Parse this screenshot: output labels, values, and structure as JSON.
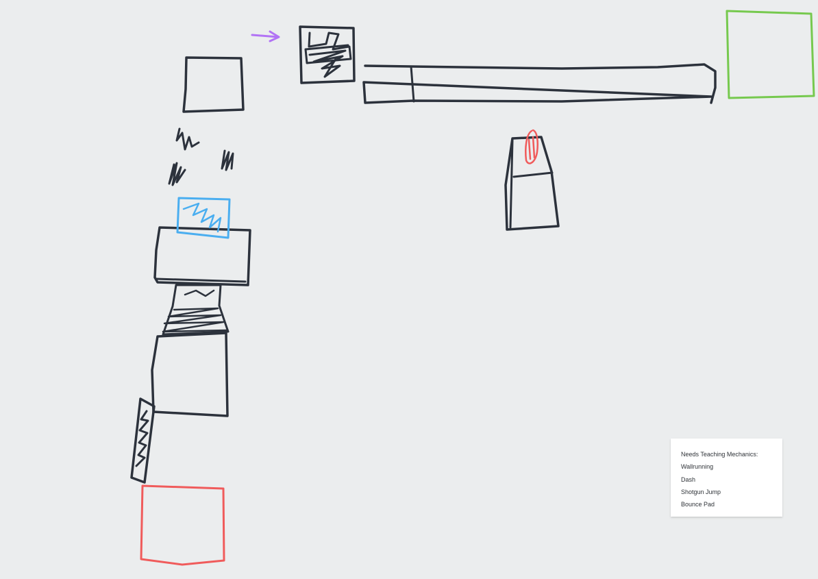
{
  "colors": {
    "background": "#ebedee",
    "ink_dark": "#2c323c",
    "ink_blue": "#4aaef0",
    "ink_green": "#76c94e",
    "ink_red": "#f05b5b",
    "ink_purple": "#b273f5",
    "note_background": "#ffffff"
  },
  "icons": {
    "direction_arrow": "arrow-right-icon"
  },
  "sticky_note": {
    "title": "Needs Teaching Mechanics:",
    "items": [
      "Wallrunning",
      "Dash",
      "Shotgun Jump",
      "Bounce Pad"
    ]
  }
}
